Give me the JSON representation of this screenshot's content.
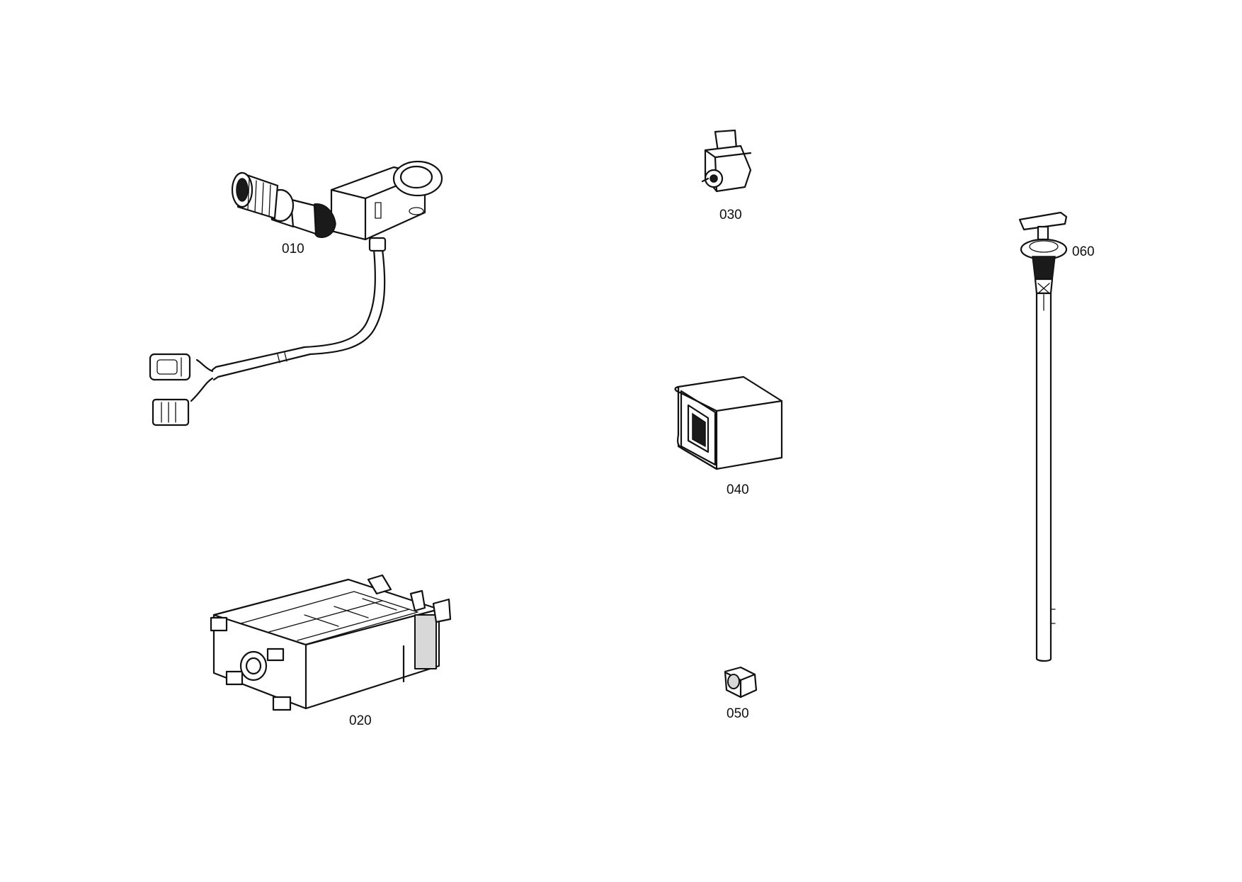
{
  "parts": [
    {
      "id": "010",
      "label": "010",
      "icon": "joystick-cable-icon"
    },
    {
      "id": "020",
      "label": "020",
      "icon": "control-unit-icon"
    },
    {
      "id": "030",
      "label": "030",
      "icon": "sensor-icon"
    },
    {
      "id": "040",
      "label": "040",
      "icon": "rubber-block-icon"
    },
    {
      "id": "050",
      "label": "050",
      "icon": "hex-nut-icon"
    },
    {
      "id": "060",
      "label": "060",
      "icon": "dipstick-icon"
    }
  ],
  "colors": {
    "line": "#111111",
    "background": "#ffffff"
  }
}
